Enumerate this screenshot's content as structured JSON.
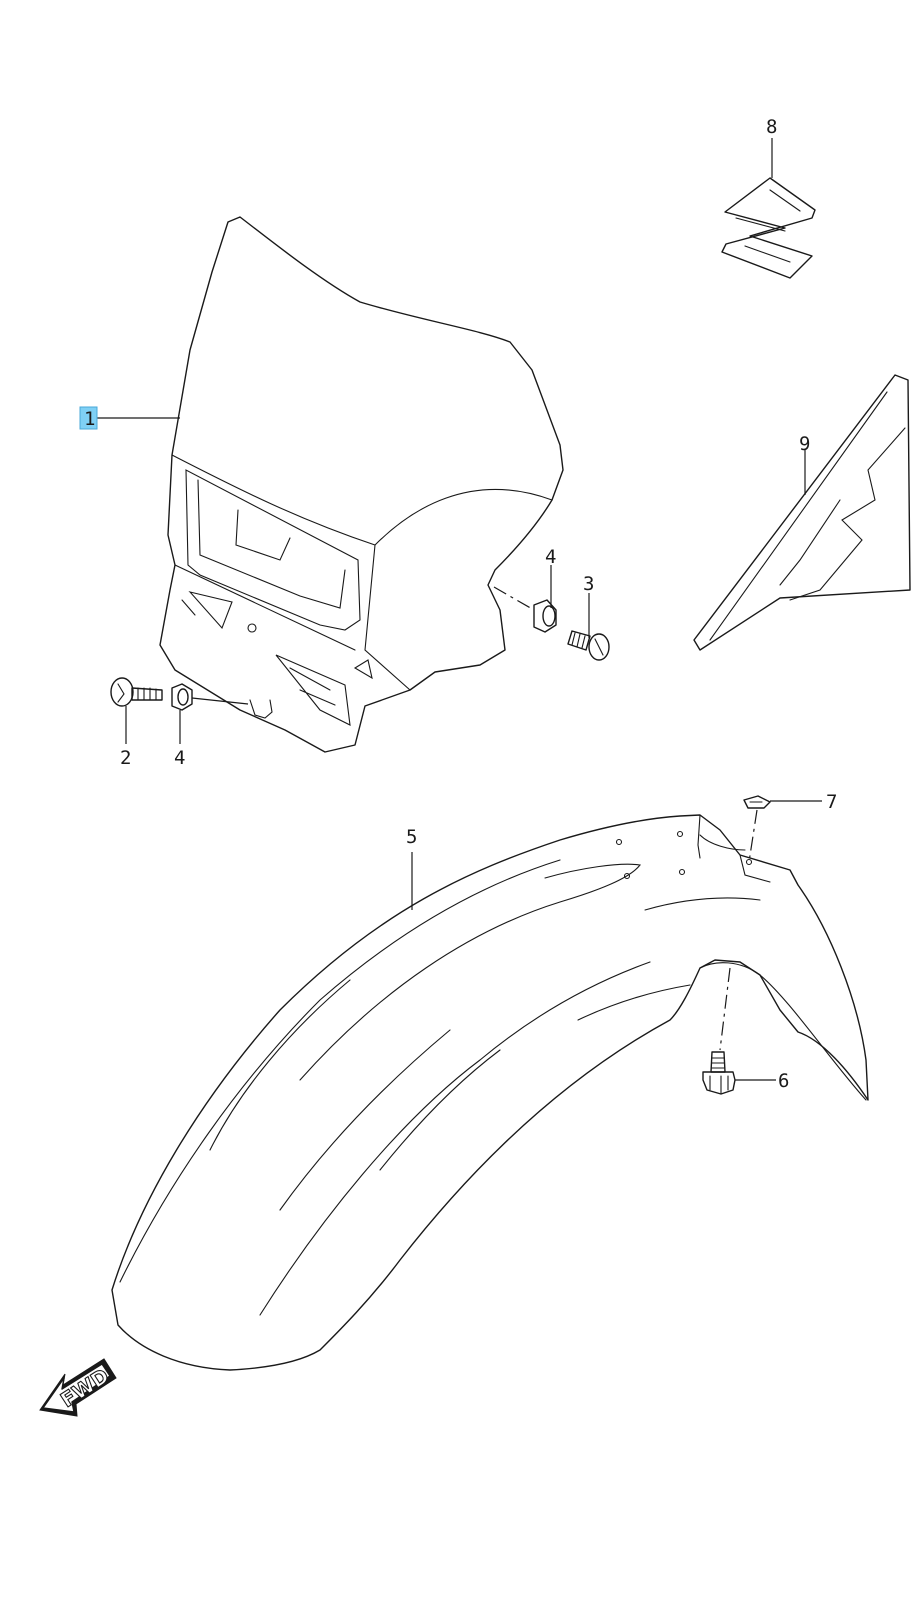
{
  "diagram": {
    "callouts": [
      {
        "id": "1",
        "label": "1",
        "highlighted": true
      },
      {
        "id": "2",
        "label": "2"
      },
      {
        "id": "3",
        "label": "3"
      },
      {
        "id": "4a",
        "label": "4"
      },
      {
        "id": "4b",
        "label": "4"
      },
      {
        "id": "5",
        "label": "5"
      },
      {
        "id": "6",
        "label": "6"
      },
      {
        "id": "7",
        "label": "7"
      },
      {
        "id": "8",
        "label": "8"
      },
      {
        "id": "9",
        "label": "9"
      }
    ],
    "fwd_label": "FWD",
    "highlight_color": "#7fd0f5",
    "line_color": "#1a1a1a"
  }
}
